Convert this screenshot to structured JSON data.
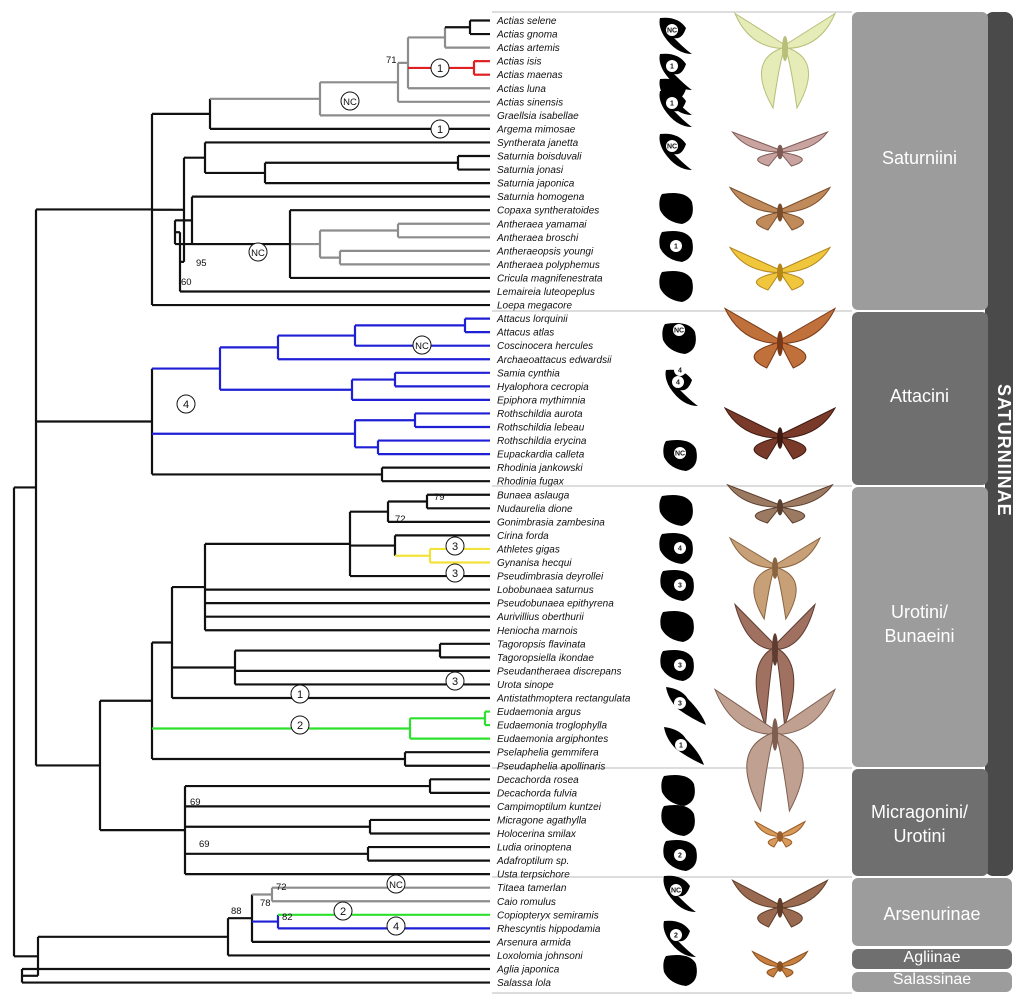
{
  "taxa": [
    "Actias selene",
    "Actias gnoma",
    "Actias artemis",
    "Actias isis",
    "Actias maenas",
    "Actias luna",
    "Actias sinensis",
    "Graellsia isabellae",
    "Argema mimosae",
    "Syntherata janetta",
    "Saturnia boisduvali",
    "Saturnia jonasi",
    "Saturnia japonica",
    "Saturnia homogena",
    "Copaxa syntheratoides",
    "Antheraea yamamai",
    "Antheraea broschi",
    "Antheraeopsis youngi",
    "Antheraea polyphemus",
    "Cricula magnifenestrata",
    "Lemaireia luteopeplus",
    "Loepa megacore",
    "Attacus lorquinii",
    "Attacus atlas",
    "Coscinocera hercules",
    "Archaeoattacus edwardsii",
    "Samia cynthia",
    "Hyalophora cecropia",
    "Epiphora mythimnia",
    "Rothschildia aurota",
    "Rothschildia lebeau",
    "Rothschildia erycina",
    "Eupackardia calleta",
    "Rhodinia jankowski",
    "Rhodinia fugax",
    "Bunaea aslauga",
    "Nudaurelia dione",
    "Gonimbrasia zambesina",
    "Cirina forda",
    "Athletes gigas",
    "Gynanisa hecqui",
    "Pseudimbrasia deyrollei",
    "Lobobunaea saturnus",
    "Pseudobunaea epithyrena",
    "Aurivillius oberthurii",
    "Heniocha marnois",
    "Tagoropsis flavinata",
    "Tagoropsiella ikondae",
    "Pseudantheraea discrepans",
    "Urota sinope",
    "Antistathmoptera rectangulata",
    "Eudaemonia argus",
    "Eudaemonia troglophylla",
    "Eudaemonia argiphontes",
    "Pselaphelia gemmifera",
    "Pseudaphelia apollinaris",
    "Decachorda rosea",
    "Decachorda fulvia",
    "Campimoptilum kuntzei",
    "Micragone agathylla",
    "Holocerina smilax",
    "Ludia orinoptena",
    "Adafroptilum sp.",
    "Usta terpsichore",
    "Titaea tamerlan",
    "Caio romulus",
    "Copiopteryx semiramis",
    "Rhescyntis hippodamia",
    "Arsenura armida",
    "Loxolomia johnsoni",
    "Aglia japonica",
    "Salassa lola"
  ],
  "support_values": [
    "71",
    "95",
    "60",
    "79",
    "72",
    "69",
    "69",
    "72",
    "78",
    "82",
    "88"
  ],
  "branch_markers": [
    "NC",
    "1",
    "1",
    "NC",
    "4",
    "NC",
    "3",
    "3",
    "3",
    "1",
    "2",
    "NC",
    "2",
    "4"
  ],
  "wing_shape_labels": [
    "NC",
    "1",
    "1",
    "NC",
    "1",
    "NC",
    "4",
    "NC",
    "4",
    "3",
    "3",
    "3",
    "1",
    "2",
    "NC",
    "2",
    "4"
  ],
  "groups": {
    "saturniini": "Saturniini",
    "attacini": "Attacini",
    "urotini_bunaeini": "Urotini/\nBunaeini",
    "micragonini_urotini": "Micragonini/\nUrotini",
    "arsenurinae": "Arsenurinae",
    "agliinae": "Agliinae",
    "salassinae": "Salassinae",
    "subfamily": "SATURNIINAE"
  },
  "colors": {
    "black": "#111111",
    "gray": "#8c8c8c",
    "red": "#e02020",
    "blue": "#1f1fd6",
    "yellow": "#f0e23a",
    "green": "#2ee02e",
    "panel_light": "#9c9c9c",
    "panel_dark": "#6f6f6f",
    "subfamily_bar": "#4a4a4a"
  }
}
